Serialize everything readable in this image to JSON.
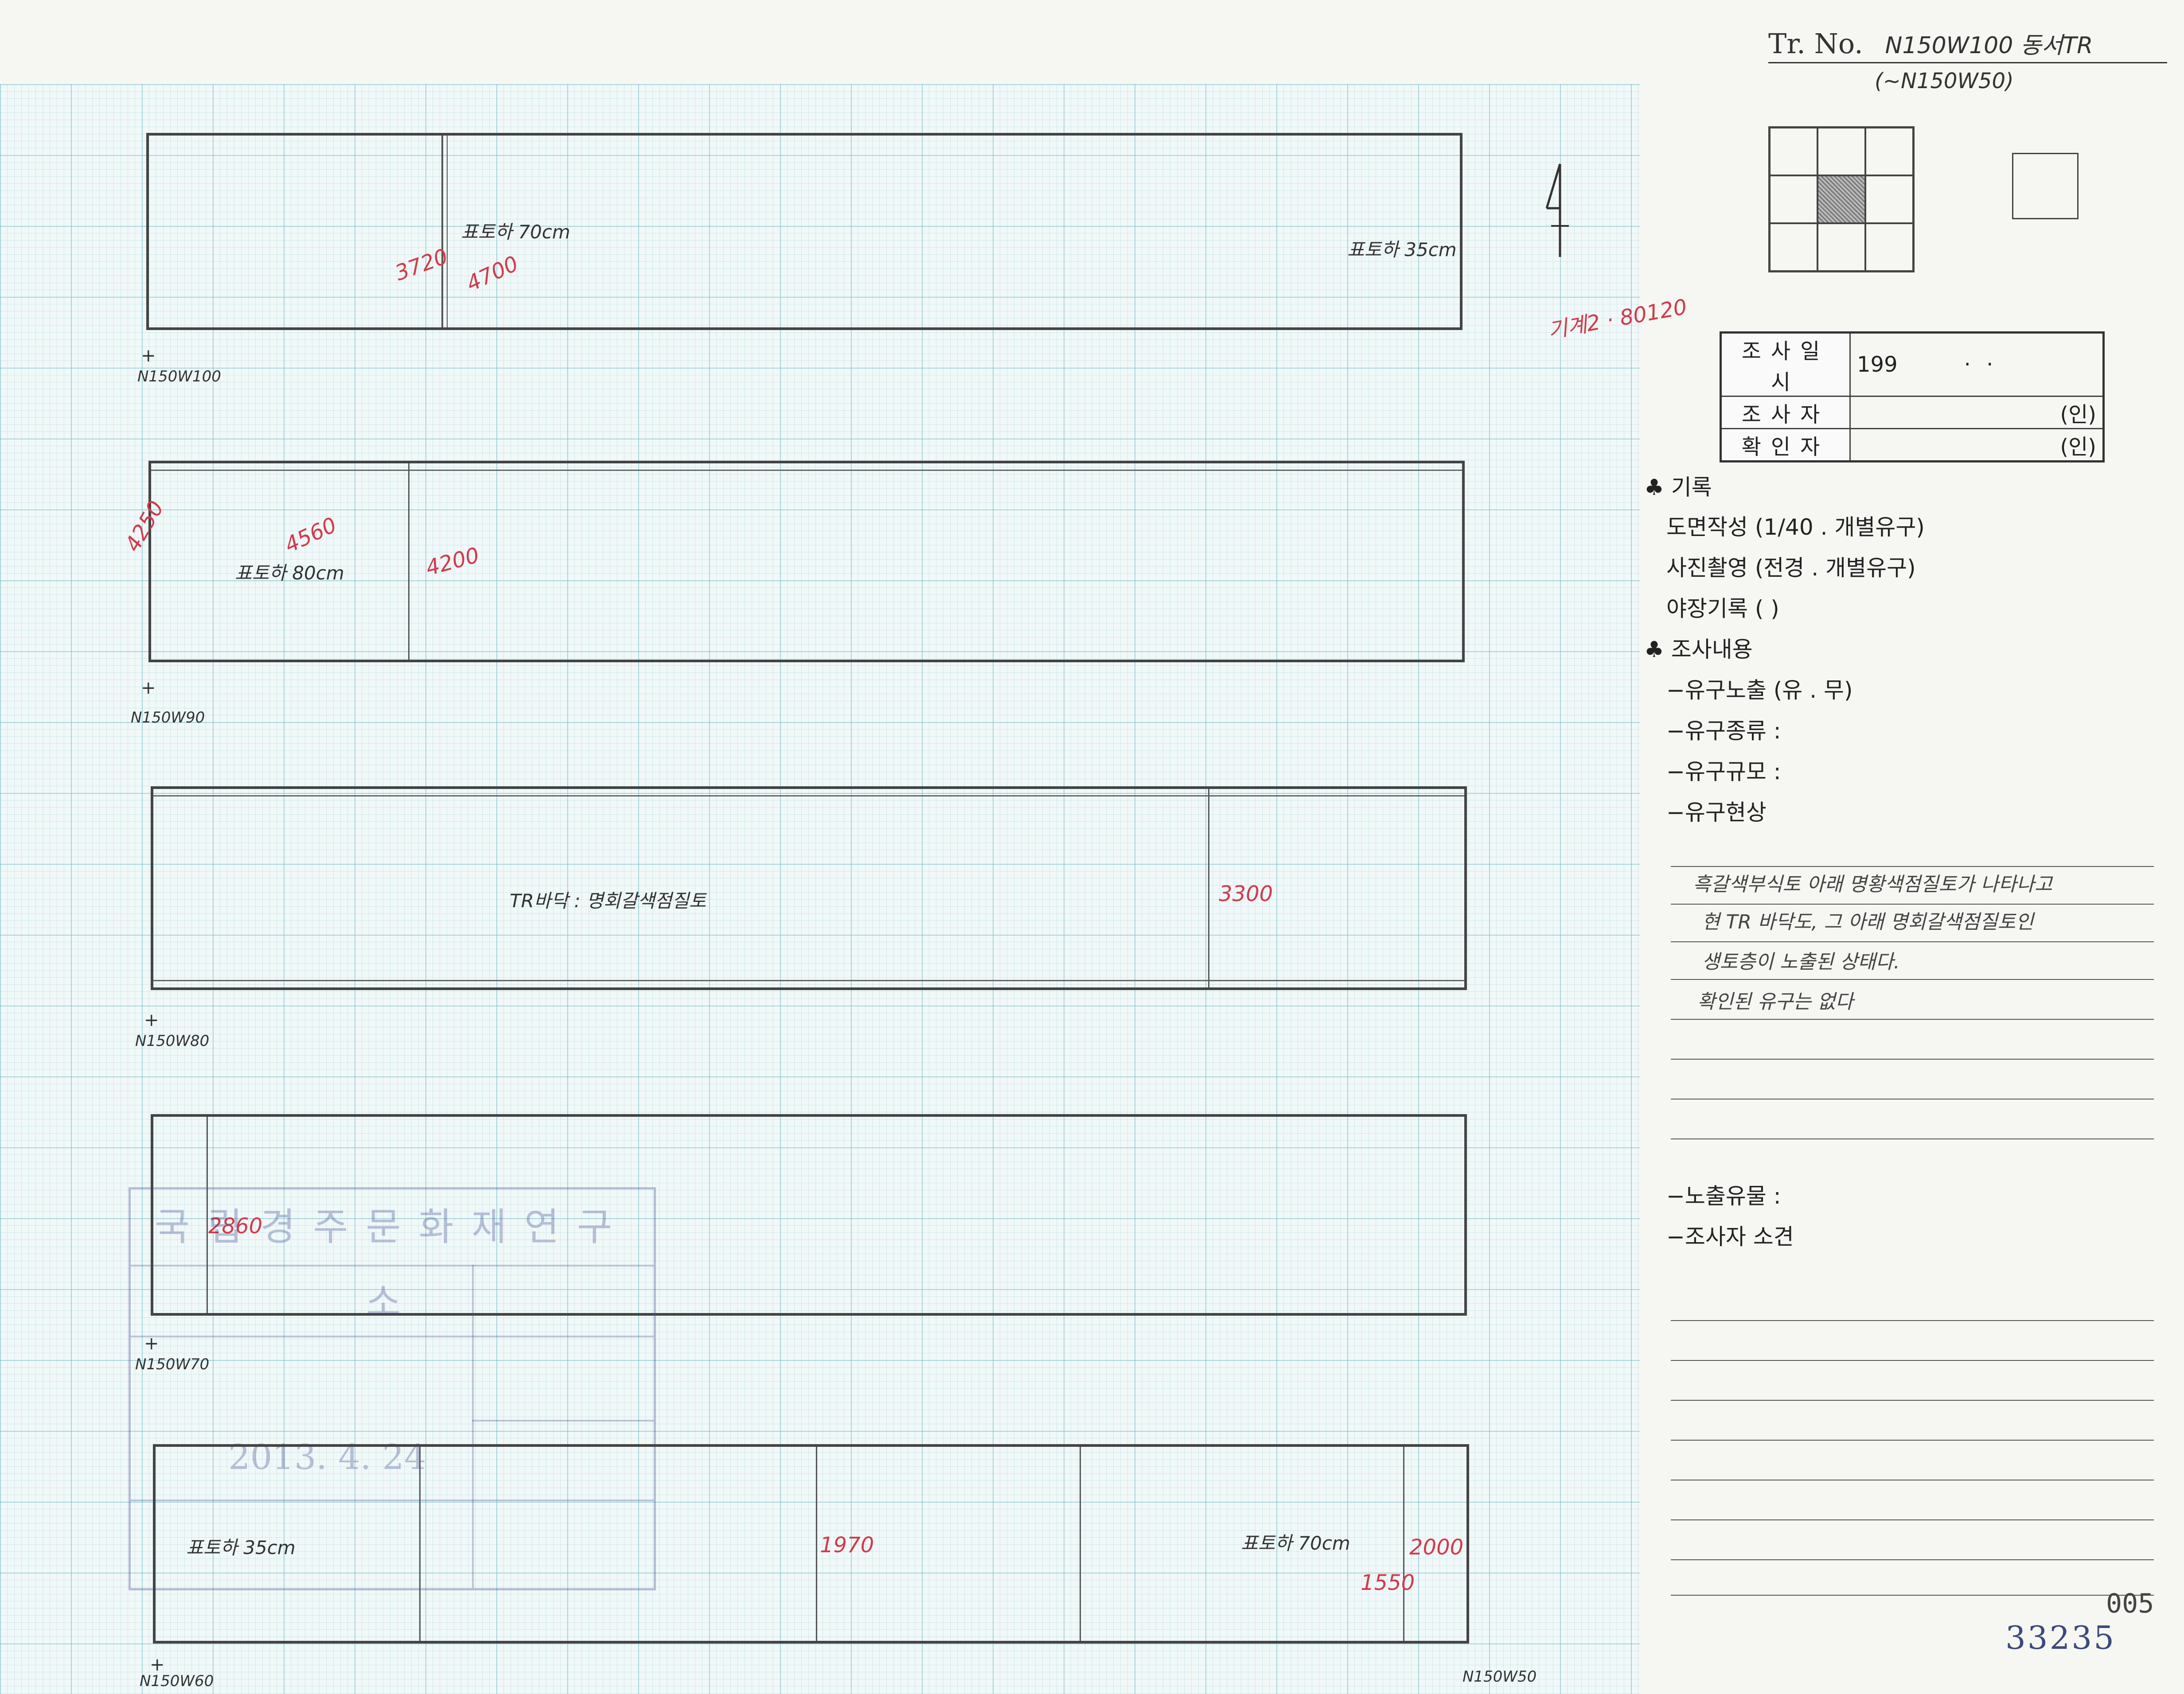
{
  "header": {
    "tr_label": "Tr. No.",
    "tr_value": "N150W100 동서TR",
    "tr_range": "(~N150W50)"
  },
  "north_mark": "+",
  "north_note": "기계2 · 80120",
  "info_table": [
    {
      "label": "조사일시",
      "value": "199",
      "dots": "·        ·",
      "suffix": ""
    },
    {
      "label": "조사자",
      "value": "",
      "dots": "",
      "suffix": "(인)"
    },
    {
      "label": "확인자",
      "value": "",
      "dots": "",
      "suffix": "(인)"
    }
  ],
  "record": {
    "heading": "♣ 기록",
    "items": [
      "도면작성 (1/40 .  개별유구)",
      "사진촬영 (전경 .  개별유구)",
      "야장기록 (       )"
    ]
  },
  "survey": {
    "heading": "♣ 조사내용",
    "items": [
      "−유구노출 (유 . 무)",
      "−유구종류 :",
      "−유구규모 :",
      "−유구현상"
    ],
    "notes": [
      "흑갈색부식토 아래 명황색점질토가 나타나고",
      "현 TR 바닥도, 그 아래 명회갈색점질토인",
      "생토층이 노출된 상태다.",
      "확인된 유구는 없다"
    ],
    "exposed": "−노출유물 :",
    "opinion": "−조사자 소견"
  },
  "strips": [
    {
      "coord": "N150W100",
      "labels": [
        "표토하 70cm",
        "표토하 35cm"
      ],
      "red": [
        "3720",
        "4700"
      ]
    },
    {
      "coord": "N150W90",
      "labels": [
        "표토하 80cm"
      ],
      "red": [
        "4250",
        "4560",
        "4200"
      ]
    },
    {
      "coord": "N150W80",
      "labels": [
        "TR바닥 : 명회갈색점질토"
      ],
      "red": [
        "3300"
      ]
    },
    {
      "coord": "N150W70",
      "labels": [],
      "red": [
        "2860"
      ]
    },
    {
      "coord": "N150W60",
      "labels": [
        "표토하 35cm",
        "표토하 70cm"
      ],
      "red": [
        "1970",
        "1550",
        "2000"
      ],
      "end_coord": "N150W50"
    }
  ],
  "stamp": {
    "title": "국립경주문화재연구소",
    "values": [
      "2013. 4. 24"
    ]
  },
  "page_number": "005",
  "document_number": "33235"
}
